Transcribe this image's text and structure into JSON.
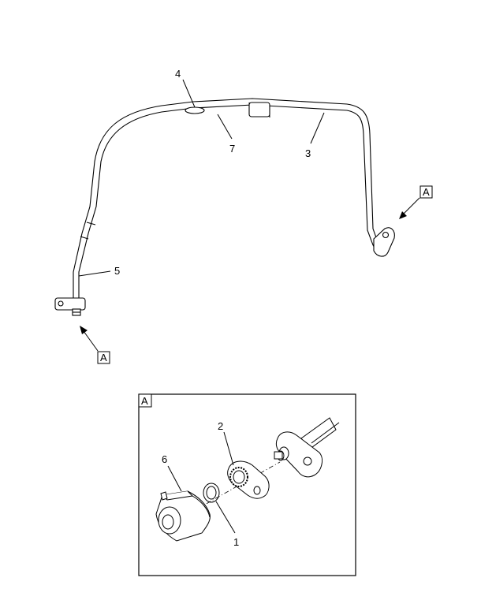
{
  "callouts": {
    "c1": "1",
    "c2": "2",
    "c3": "3",
    "c4": "4",
    "c5": "5",
    "c6": "6",
    "c7": "7"
  },
  "view_refs": {
    "top_right": "A",
    "bottom_left": "A",
    "detail_box": "A"
  },
  "colors": {
    "line": "#000000",
    "fill": "#ffffff",
    "shade": "#d9d9d9"
  }
}
